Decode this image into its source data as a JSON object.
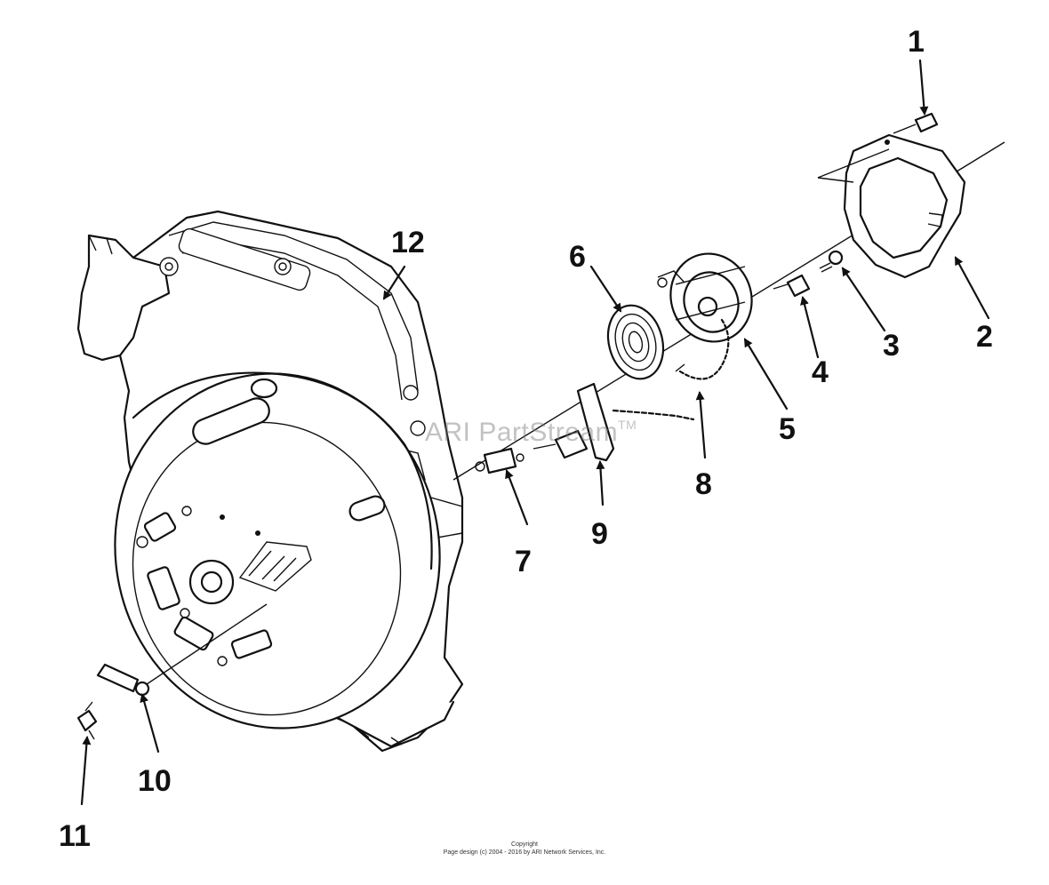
{
  "callouts": [
    {
      "id": "1",
      "label": "1"
    },
    {
      "id": "2",
      "label": "2"
    },
    {
      "id": "3",
      "label": "3"
    },
    {
      "id": "4",
      "label": "4"
    },
    {
      "id": "5",
      "label": "5"
    },
    {
      "id": "6",
      "label": "6"
    },
    {
      "id": "7",
      "label": "7"
    },
    {
      "id": "8",
      "label": "8"
    },
    {
      "id": "9",
      "label": "9"
    },
    {
      "id": "10",
      "label": "10"
    },
    {
      "id": "11",
      "label": "11"
    },
    {
      "id": "12",
      "label": "12"
    }
  ],
  "watermark": {
    "text": "ARI PartStream",
    "mark": "TM"
  },
  "footer": {
    "line1": "Copyright",
    "line2": "Page design (c) 2004 - 2016 by ARI Network Services, Inc."
  },
  "colors": {
    "ink": "#111111",
    "background": "#ffffff",
    "watermark": "#787878"
  }
}
